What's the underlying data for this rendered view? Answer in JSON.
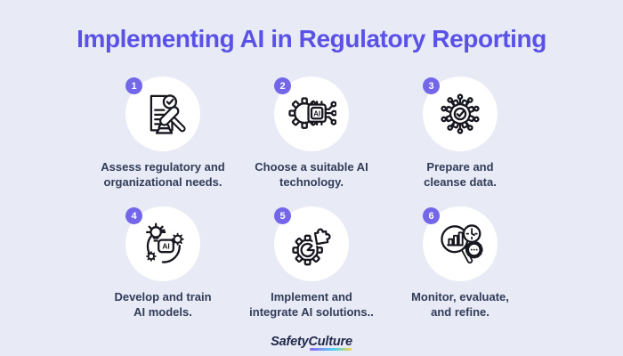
{
  "title": "Implementing AI in Regulatory Reporting",
  "colors": {
    "background": "#E8EAF5",
    "title": "#5A52E7",
    "badge": "#7466E9",
    "step_circle": "#FFFFFF",
    "caption": "#303C58",
    "icon_stroke": "#16161E",
    "logo_text": "#222A4D",
    "logo_gradient": [
      "#8A63F4",
      "#6FA8F7",
      "#4FD4E8",
      "#F7D44C"
    ]
  },
  "steps": [
    {
      "number": "1",
      "icon": "document-check-gavel-icon",
      "caption_line1": "Assess regulatory and",
      "caption_line2": "organizational needs."
    },
    {
      "number": "2",
      "icon": "gear-ai-chip-icon",
      "icon_label": "AI",
      "caption_line1": "Choose a suitable AI",
      "caption_line2": "technology."
    },
    {
      "number": "3",
      "icon": "gear-check-network-icon",
      "caption_line1": "Prepare and",
      "caption_line2": "cleanse data."
    },
    {
      "number": "4",
      "icon": "lightbulb-ai-gear-icon",
      "icon_label": "AI",
      "caption_line1": "Develop and train",
      "caption_line2": "AI models."
    },
    {
      "number": "5",
      "icon": "gear-puzzle-icon",
      "caption_line1": "Implement and",
      "caption_line2": "integrate AI solutions.."
    },
    {
      "number": "6",
      "icon": "magnifier-chart-clock-icon",
      "caption_line1": "Monitor, evaluate,",
      "caption_line2": "and refine."
    }
  ],
  "footer": {
    "logo_part1": "Safety",
    "logo_part2": "Culture"
  }
}
